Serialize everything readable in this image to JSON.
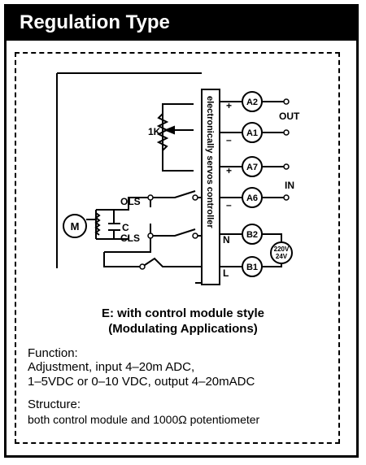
{
  "header": {
    "title": "Regulation Type"
  },
  "diagram": {
    "controller_label": "electronically servos controller",
    "pot_label": "1K",
    "motor_label": "M",
    "capacitor_label": "C",
    "ols_label": "OLS",
    "cls_label": "CLS",
    "terminals": [
      "A2",
      "A1",
      "A7",
      "A6",
      "B2",
      "B1"
    ],
    "plus_sign": "+",
    "minus_sign": "–",
    "out_label": "OUT",
    "in_label": "IN",
    "n_label": "N",
    "l_label": "L",
    "supply_label_top": "220V",
    "supply_label_bottom": "24V"
  },
  "caption": {
    "line1": "E: with control module style",
    "line2": "(Modulating Applications)"
  },
  "function": {
    "heading": "Function:",
    "line1": "Adjustment, input 4–20m ADC,",
    "line2": "1–5VDC or 0–10 VDC, output 4–20mADC"
  },
  "structure": {
    "heading": "Structure:",
    "line1": "both control module and 1000Ω  potentiometer"
  }
}
